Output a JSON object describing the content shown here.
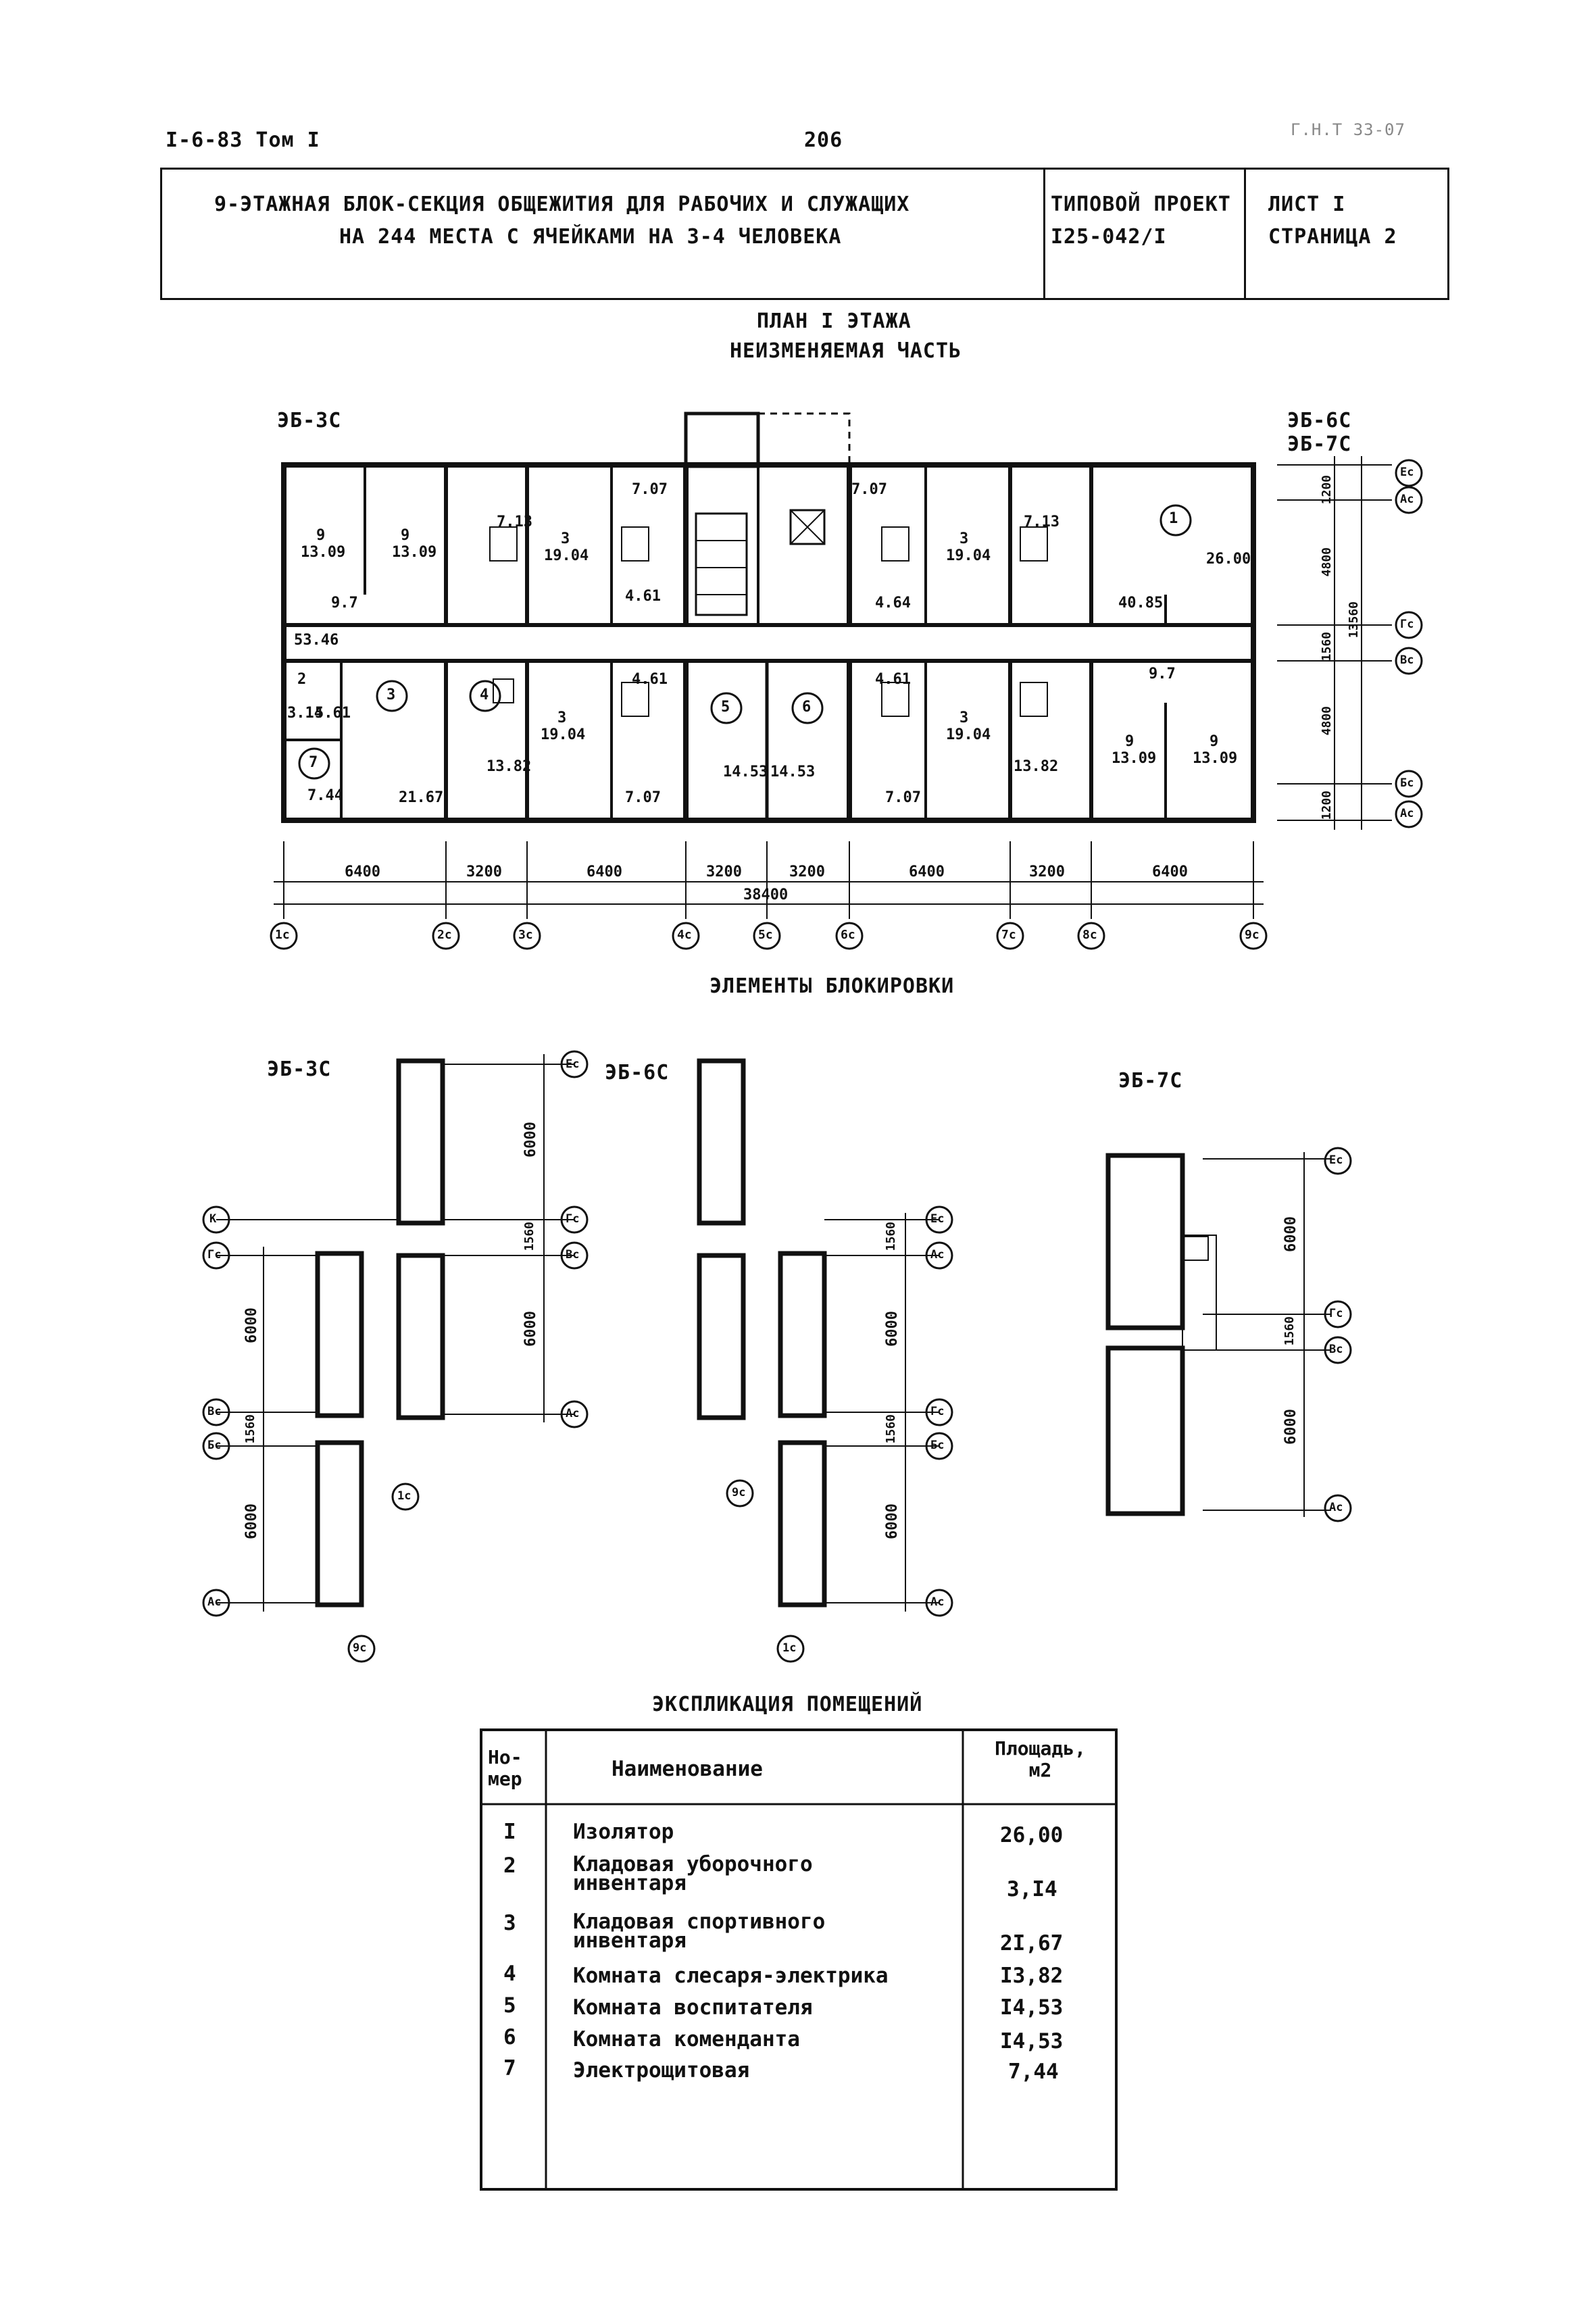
{
  "header": {
    "doc_ref": "I-6-83 Том I",
    "page_number": "206",
    "stamp": "Г.Н.Т 33-07"
  },
  "title_block": {
    "title_line1": "9-ЭТАЖНАЯ БЛОК-СЕКЦИЯ ОБЩЕЖИТИЯ ДЛЯ РАБОЧИХ И СЛУЖАЩИХ",
    "title_line2": "НА 244 МЕСТА С ЯЧЕЙКАМИ НА 3-4 ЧЕЛОВЕКА",
    "project_label": "ТИПОВОЙ ПРОЕКТ",
    "project_code": "I25-042/I",
    "sheet": "ЛИСТ  I",
    "page": "СТРАНИЦА 2"
  },
  "plan": {
    "title": "ПЛАН I ЭТАЖА",
    "subtitle": "НЕИЗМЕНЯЕМАЯ ЧАСТЬ",
    "left_label": "ЭБ-3С",
    "right_label_1": "ЭБ-6С",
    "right_label_2": "ЭБ-7С",
    "room_numbers": [
      "1",
      "3",
      "4",
      "5",
      "6",
      "7",
      "2"
    ],
    "areas": [
      "13.09",
      "13.09",
      "19.04",
      "7.07",
      "7.07",
      "19.04",
      "26.00",
      "40.85",
      "53.46",
      "9.7",
      "4.61",
      "4.64",
      "7.13",
      "7.13",
      "3.14",
      "5.61",
      "21.67",
      "13.82",
      "19.04",
      "14.53",
      "14.53",
      "19.04",
      "13.82",
      "13.09",
      "13.09",
      "7.44",
      "7.07",
      "7.07",
      "4.61",
      "4.61",
      "9.7"
    ],
    "fractions": [
      "9",
      "9",
      "3",
      "3",
      "3",
      "3",
      "9",
      "9"
    ],
    "dims_bottom": [
      "6400",
      "3200",
      "6400",
      "3200",
      "3200",
      "6400",
      "3200",
      "6400"
    ],
    "dim_total": "38400",
    "dims_right": [
      "1200",
      "4800",
      "1560",
      "4800",
      "1200"
    ],
    "dim_right_total": "13560",
    "axes_bottom": [
      "1с",
      "2с",
      "3с",
      "4с",
      "5с",
      "6с",
      "7с",
      "8с",
      "9с"
    ],
    "axes_right": [
      "Ес",
      "Ас",
      "Гс",
      "Вс",
      "Бс",
      "Ас"
    ]
  },
  "elements": {
    "title": "ЭЛЕМЕНТЫ БЛОКИРОВКИ",
    "labels": [
      "ЭБ-3С",
      "ЭБ-6С",
      "ЭБ-7С"
    ],
    "dims": [
      "6000",
      "1560",
      "6000"
    ],
    "axes_3c": [
      "Ес",
      "К",
      "Гс",
      "Вс",
      "Бс",
      "Ас",
      "1с",
      "9с"
    ],
    "axes_6c": [
      "Ес",
      "Ас",
      "Гс",
      "Бс",
      "Ас",
      "9с",
      "1с"
    ],
    "axes_7c": [
      "Ес",
      "Гс",
      "Вс",
      "Ас"
    ]
  },
  "explication": {
    "title": "ЭКСПЛИКАЦИЯ ПОМЕЩЕНИЙ",
    "col_num": "Но-\nмер",
    "col_name": "Наименование",
    "col_area": "Площадь,\nм2",
    "rows": [
      {
        "num": "I",
        "name": "Изолятор",
        "area": "26,00"
      },
      {
        "num": "2",
        "name": "Кладовая уборочного\nинвентаря",
        "area": "3,I4"
      },
      {
        "num": "3",
        "name": "Кладовая спортивного\nинвентаря",
        "area": "2I,67"
      },
      {
        "num": "4",
        "name": "Комната слесаря-электрика",
        "area": "I3,82"
      },
      {
        "num": "5",
        "name": "Комната воспитателя",
        "area": "I4,53"
      },
      {
        "num": "6",
        "name": "Комната коменданта",
        "area": "I4,53"
      },
      {
        "num": "7",
        "name": "Электрощитовая",
        "area": "7,44"
      }
    ]
  }
}
